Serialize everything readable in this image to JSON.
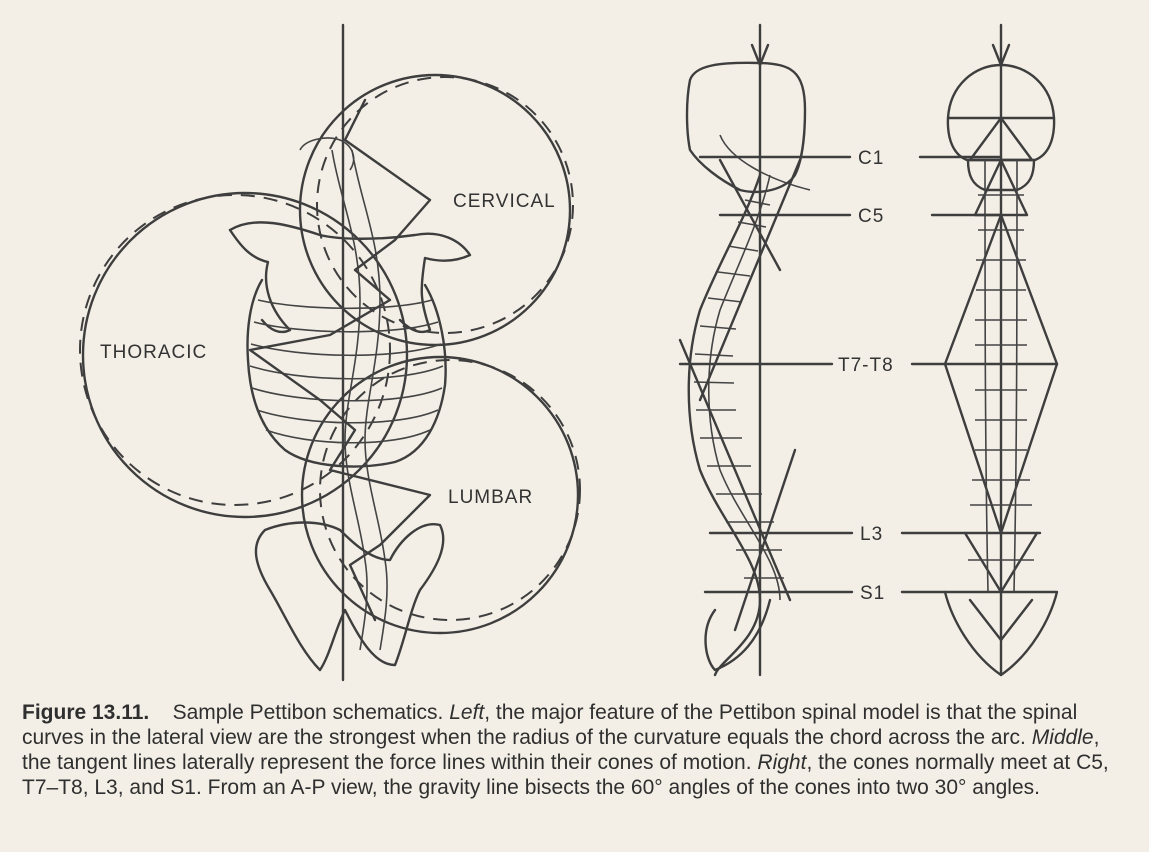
{
  "labels": {
    "cervical": "CERVICAL",
    "thoracic": "THORACIC",
    "lumbar": "LUMBAR",
    "c1": "C1",
    "c5": "C5",
    "t7t8": "T7-T8",
    "l3": "L3",
    "s1": "S1"
  },
  "caption": {
    "figure_number": "Figure 13.11.",
    "part1": "Sample Pettibon schematics.",
    "left": "Left",
    "part2": ", the major feature of the Pettibon spinal model is that the spinal curves in the lateral view are the strongest when the radius of the curvature equals the chord across the arc.",
    "middle": "Middle",
    "part3": ", the tangent lines laterally represent the force lines within their cones of motion.",
    "right": "Right",
    "part4": ", the cones normally meet at C5, T7–T8, L3, and S1. From an A-P view, the gravity line bisects the 60° angles of the cones into two 30° angles."
  },
  "colors": {
    "ink": "#3e3e3e",
    "paper": "#f3efe6"
  }
}
